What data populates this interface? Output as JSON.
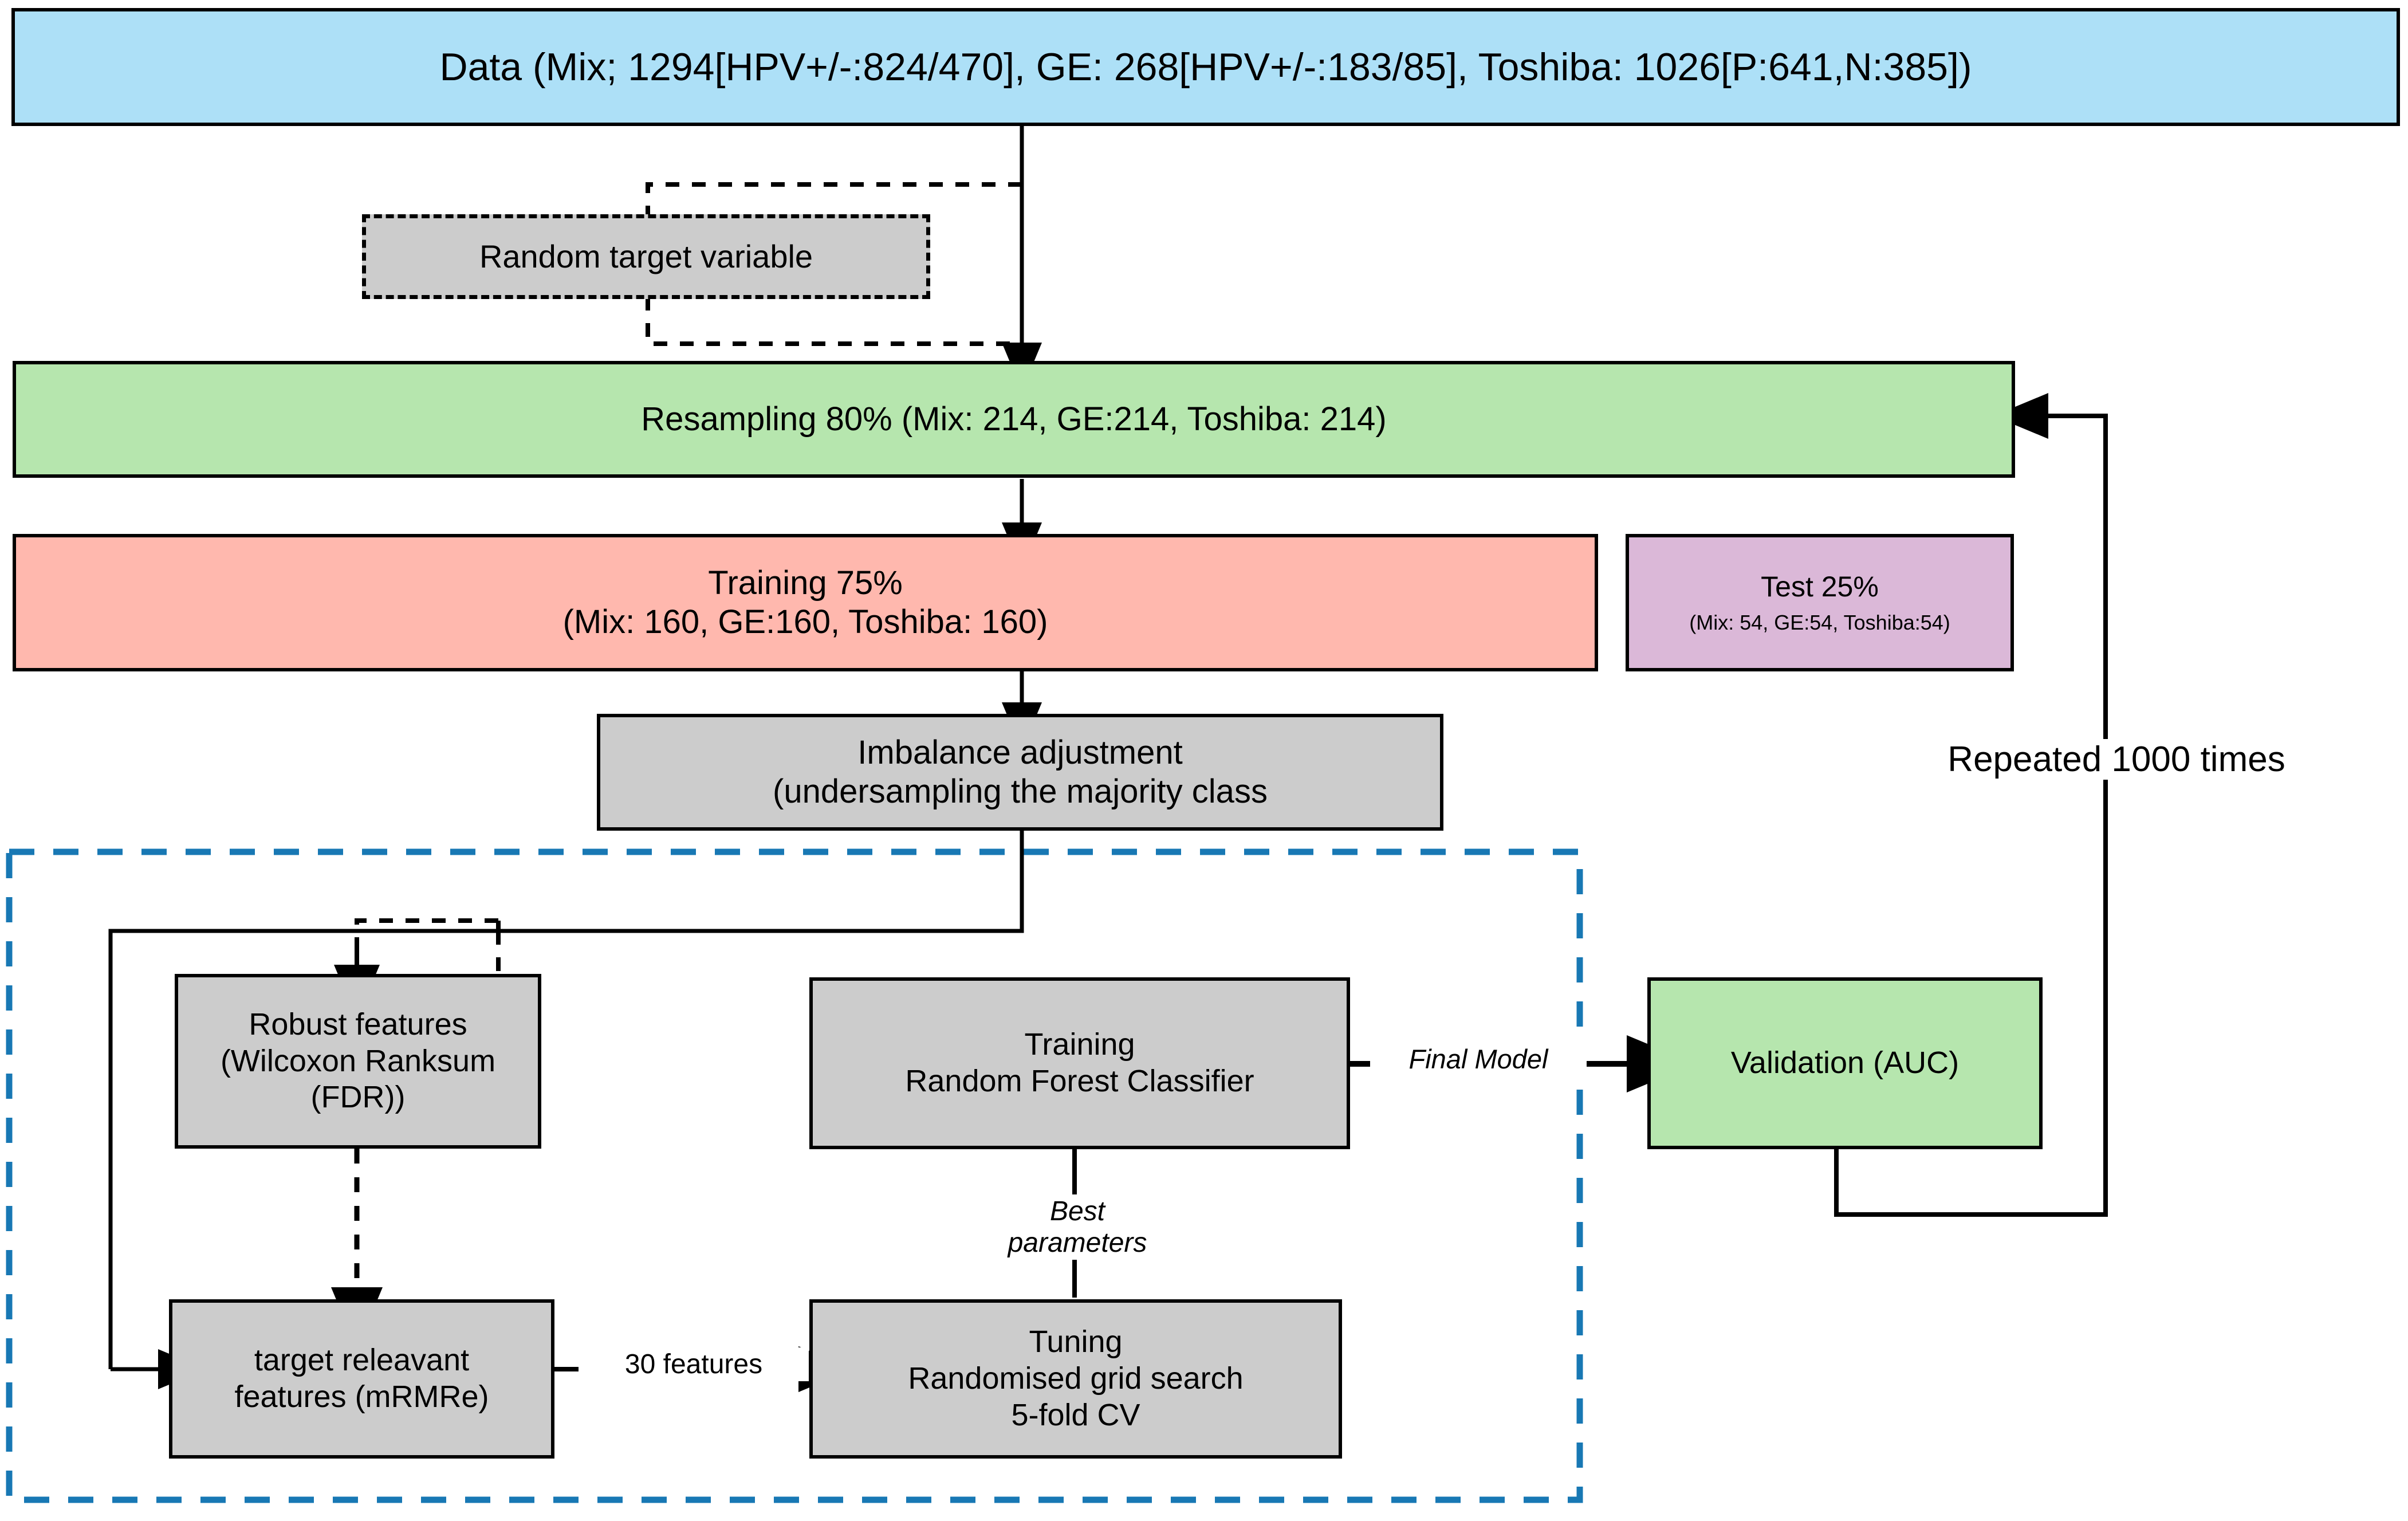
{
  "diagram": {
    "title": "Radiomics machine-learning pipeline flowchart",
    "colors": {
      "data_box_fill": "#ade0f7",
      "resampling_fill": "#b6e6ae",
      "validation_fill": "#b6e6ae",
      "training_fill": "#ffb8ae",
      "test_fill": "#dbb8d8",
      "grey_fill": "#cccccc",
      "stroke": "#000000",
      "dashed_frame": "#1878b4",
      "background": "#ffffff"
    }
  },
  "nodes": {
    "data": {
      "label": "Data (Mix; 1294[HPV+/-:824/470], GE: 268[HPV+/-:183/85], Toshiba: 1026[P:641,N:385])"
    },
    "random_target": {
      "label": "Random target variable"
    },
    "resampling": {
      "label": "Resampling 80% (Mix: 214, GE:214, Toshiba: 214)"
    },
    "training_split": {
      "line1": "Training 75%",
      "line2": "(Mix: 160, GE:160, Toshiba: 160)"
    },
    "test_split": {
      "line1": "Test 25%",
      "line2": "(Mix: 54, GE:54, Toshiba:54)"
    },
    "imbalance": {
      "line1": "Imbalance adjustment",
      "line2": "(undersampling the majority class"
    },
    "robust_features": {
      "line1": "Robust features",
      "line2": "(Wilcoxon Ranksum",
      "line3": "(FDR))"
    },
    "target_relevant": {
      "line1": "target releavant",
      "line2": "features (mRMRe)"
    },
    "tuning": {
      "line1": "Tuning",
      "line2": "Randomised grid search",
      "line3": "5-fold CV"
    },
    "training_rf": {
      "line1": "Training",
      "line2": "Random Forest Classifier"
    },
    "validation": {
      "label": "Validation (AUC)"
    }
  },
  "edge_labels": {
    "features_count": "30 features",
    "best_parameters_line1": "Best",
    "best_parameters_line2": "parameters",
    "final_model": "Final Model",
    "repeated": "Repeated 1000 times"
  }
}
